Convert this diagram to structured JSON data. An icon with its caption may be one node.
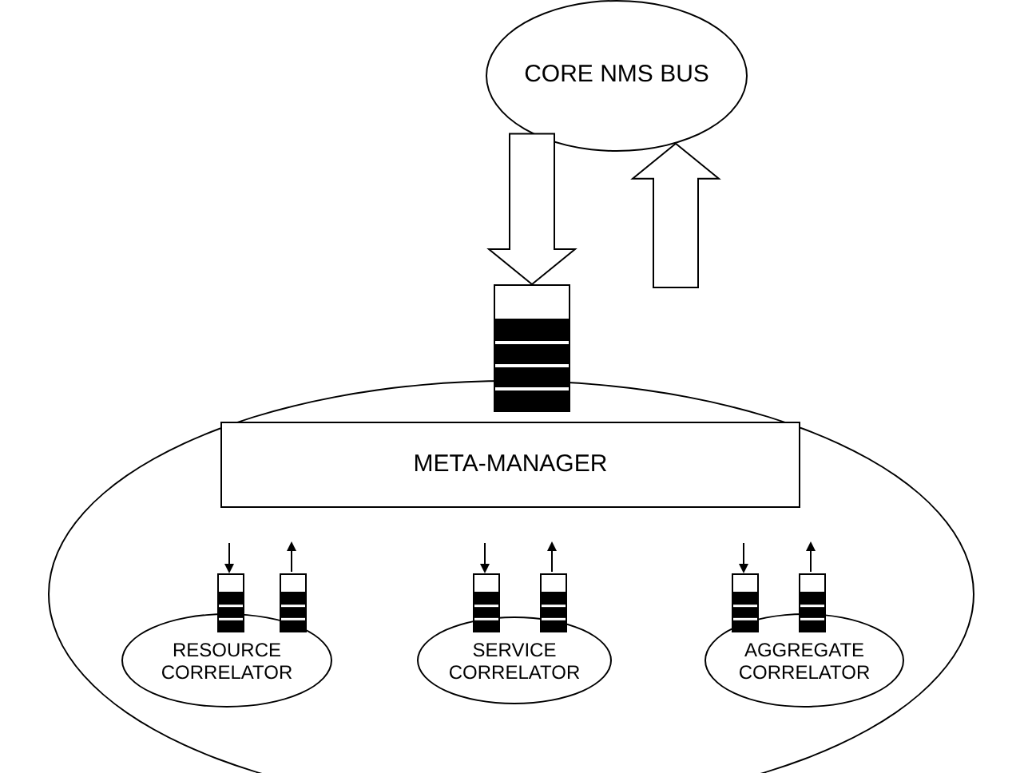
{
  "diagram": {
    "nodes": [
      {
        "text": [
          "CORE NMS BUS"
        ]
      },
      {
        "text": [],
        "shape": "box"
      },
      {
        "text": [],
        "shape": "ellipse"
      },
      {
        "text": [
          "META-MANAGER"
        ],
        "in": 2
      },
      {
        "text": [
          "RESOURCE CORRELATOR"
        ],
        "in": 2
      },
      {
        "text": [
          "SERVICE CORRELATOR"
        ],
        "in": 2
      },
      {
        "text": [
          "AGGREGATE CORRELATOR"
        ],
        "in": 2
      },
      {
        "text": [],
        "shape": "box",
        "in": 2
      },
      {
        "text": [],
        "shape": "box",
        "in": 2
      },
      {
        "text": [],
        "shape": "box",
        "in": 2
      },
      {
        "text": [],
        "shape": "box",
        "in": 2
      },
      {
        "text": [],
        "shape": "box",
        "in": 2
      },
      {
        "text": [],
        "shape": "box",
        "in": 2
      }
    ],
    "edges": [
      {
        "from": 0,
        "to": 1,
        "arrow": "to",
        "style": "thick"
      },
      {
        "from": null,
        "to": 0,
        "arrow": "to",
        "style": "thick"
      },
      {
        "from": null,
        "to": 7,
        "arrow": "to"
      },
      {
        "from": 8,
        "to": null,
        "arrow": "to"
      },
      {
        "from": null,
        "to": 9,
        "arrow": "to"
      },
      {
        "from": 10,
        "to": null,
        "arrow": "to"
      },
      {
        "from": null,
        "to": 11,
        "arrow": "to"
      },
      {
        "from": 12,
        "to": null,
        "arrow": "to"
      }
    ]
  }
}
